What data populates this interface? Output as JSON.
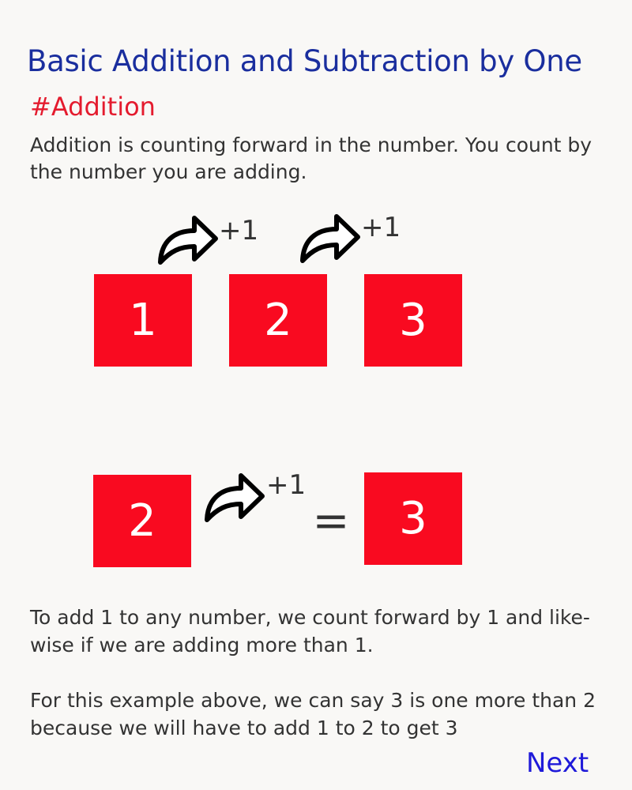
{
  "page_title": "Basic Addition and Subtraction by One",
  "section_heading": "#Addition",
  "intro_text": "Addition is counting forward in the number. You count by the number you are adding.",
  "colors": {
    "title": "#1a2e9e",
    "heading": "#e41b2e",
    "box": "#f90a20",
    "body_text": "#333333",
    "link": "#1f1ad9",
    "background": "#f9f8f6"
  },
  "sequence": {
    "boxes": [
      "1",
      "2",
      "3"
    ],
    "steps": [
      {
        "icon": "curved-arrow-icon",
        "label": "+1"
      },
      {
        "icon": "curved-arrow-icon",
        "label": "+1"
      }
    ]
  },
  "equation": {
    "start": "2",
    "step": {
      "icon": "curved-arrow-icon",
      "label": "+1"
    },
    "equals": "=",
    "result": "3"
  },
  "paragraphs": [
    "To add 1 to any number, we count forward by 1 and like-wise if we are adding more than 1.",
    "For this example above, we can say 3 is one more than 2 because we will have to add 1 to 2 to get 3"
  ],
  "next_label": "Next"
}
